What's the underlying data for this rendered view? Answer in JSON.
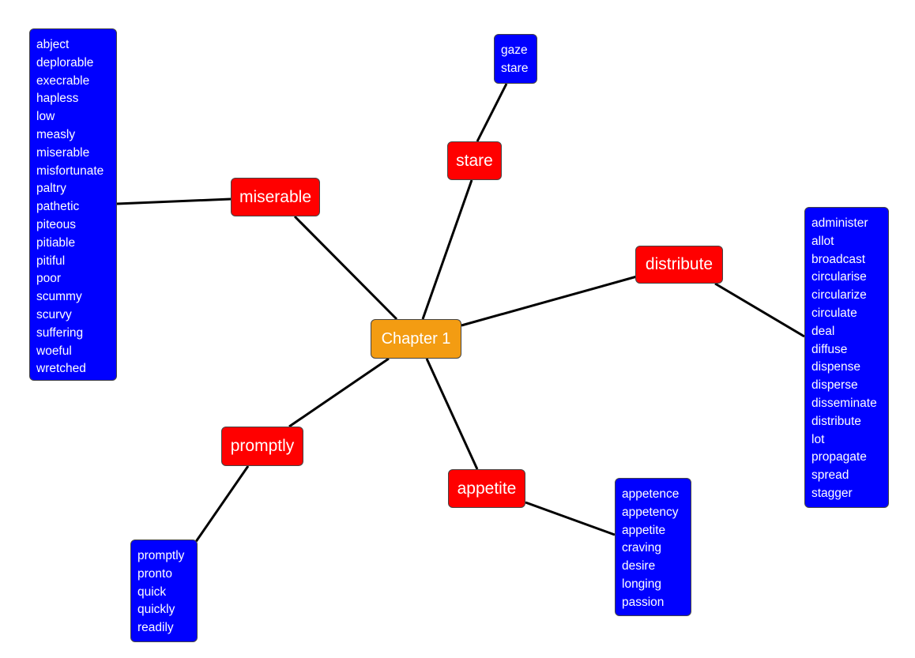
{
  "colors": {
    "root": "#f39c12",
    "keyword": "#ff0000",
    "synonyms": "#0000ff",
    "edge": "#000000",
    "text": "#ffffff"
  },
  "root": {
    "label": "Chapter 1"
  },
  "keywords": [
    {
      "id": "miserable",
      "label": "miserable",
      "synonyms": [
        "abject",
        "deplorable",
        "execrable",
        "hapless",
        "low",
        "measly",
        "miserable",
        "misfortunate",
        "paltry",
        "pathetic",
        "piteous",
        "pitiable",
        "pitiful",
        "poor",
        "scummy",
        "scurvy",
        "suffering",
        "woeful",
        "wretched"
      ]
    },
    {
      "id": "stare",
      "label": "stare",
      "synonyms": [
        "gaze",
        "stare"
      ]
    },
    {
      "id": "distribute",
      "label": "distribute",
      "synonyms": [
        "administer",
        "allot",
        "broadcast",
        "circularise",
        "circularize",
        "circulate",
        "deal",
        "diffuse",
        "dispense",
        "disperse",
        "disseminate",
        "distribute",
        "lot",
        "propagate",
        "spread",
        "stagger"
      ]
    },
    {
      "id": "promptly",
      "label": "promptly",
      "synonyms": [
        "promptly",
        "pronto",
        "quick",
        "quickly",
        "readily"
      ]
    },
    {
      "id": "appetite",
      "label": "appetite",
      "synonyms": [
        "appetence",
        "appetency",
        "appetite",
        "craving",
        "desire",
        "longing",
        "passion"
      ]
    }
  ]
}
